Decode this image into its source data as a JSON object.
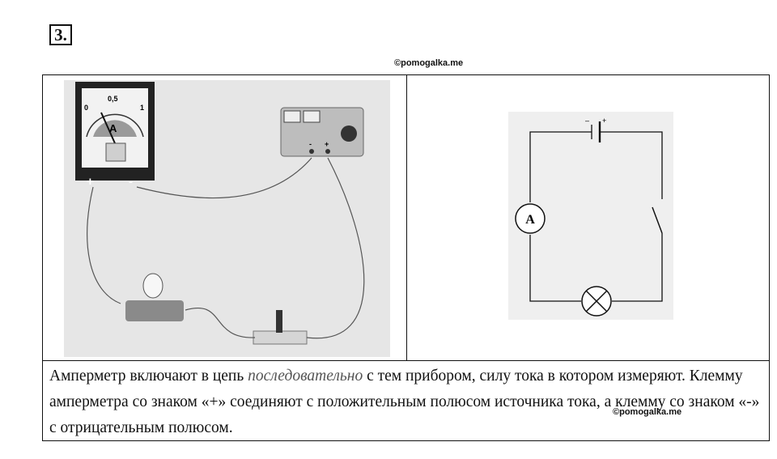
{
  "task_number": "3.",
  "watermark_text": "©pomogalka.me",
  "ammeter": {
    "label": "A",
    "scale_ticks": [
      "0",
      "0,5",
      "1"
    ],
    "terminal_plus": "+",
    "terminal_minus": "-"
  },
  "power_supply": {
    "terminal_minus": "-",
    "terminal_plus": "+"
  },
  "schematic": {
    "ammeter_symbol": "A",
    "battery_minus": "–",
    "battery_plus": "+"
  },
  "caption": {
    "part1": "Амперметр включают в цепь ",
    "emphasis": "последовательно",
    "part2": " с тем прибором, силу тока в котором измеряют. Клемму амперметра со знаком «+» соединяют с положительным полюсом источника тока, а клемму со знаком «-» с отрицательным полюсом."
  }
}
